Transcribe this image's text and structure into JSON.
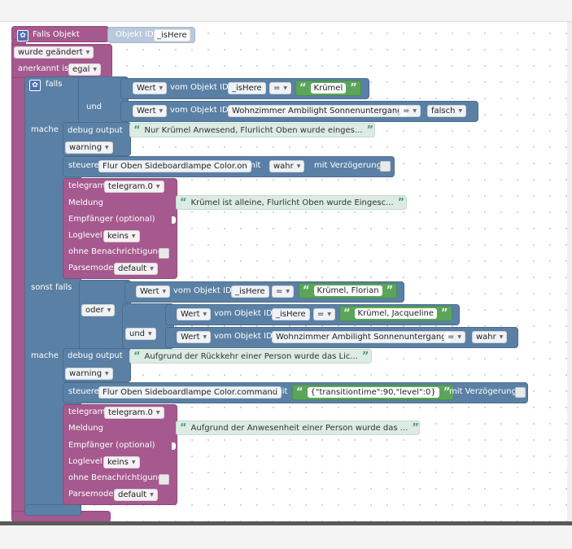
{
  "trigger": {
    "label": "Falls Objekt",
    "object_label": "Objekt ID",
    "object_value": "_isHere",
    "changed_option": "wurde geändert",
    "ack_label": "anerkannt ist",
    "ack_value": "egal"
  },
  "if_block": {
    "if_label": "falls",
    "do_label": "mache",
    "elseif_label": "sonst falls",
    "do2_label": "mache"
  },
  "cond1": {
    "wert_label": "Wert",
    "vom_label": "vom Objekt ID",
    "object1": "_isHere",
    "op1": "=",
    "text1": "Krümel",
    "and_label": "und",
    "object2": "Wohnzimmer Ambilight Sonnenuntergang",
    "op2": "=",
    "value2": "falsch"
  },
  "debug1": {
    "label": "debug output",
    "text": "Nur Krümel Anwesend, Flurlicht Oben wurde einges...",
    "level": "warning"
  },
  "control1": {
    "label": "steuere",
    "object": "Flur Oben Sideboardlampe Color.on",
    "mit_label": "mit",
    "value": "wahr",
    "delay_label": "mit Verzögerung"
  },
  "telegram1": {
    "label": "telegram",
    "instance": "telegram.0",
    "message_label": "Meldung",
    "message": "Krümel ist alleine, Flurlicht Oben wurde Eingesc...",
    "recipient_label": "Empfänger (optional)",
    "loglevel_label": "Loglevel",
    "loglevel": "keins",
    "silent_label": "ohne Benachrichtigung",
    "parsemode_label": "Parsemode",
    "parsemode": "default"
  },
  "cond2": {
    "object1": "_isHere",
    "op1": "=",
    "text1": "Krümel, Florian",
    "or_label": "oder",
    "object2": "_isHere",
    "op2": "=",
    "text2": "Krümel, Jacqueline",
    "and_label": "und",
    "object3": "Wohnzimmer Ambilight Sonnenuntergang",
    "op3": "=",
    "value3": "wahr"
  },
  "debug2": {
    "text": "Aufgrund der Rückkehr einer Person wurde das Lic...",
    "level": "warning"
  },
  "control2": {
    "object": "Flur Oben Sideboardlampe Color.command",
    "value": "{\"transitiontime\":90,\"level\":0}"
  },
  "telegram2": {
    "instance": "telegram.0",
    "message": "Aufgrund der Anwesenheit einer Person wurde das ...",
    "loglevel": "keins",
    "parsemode": "default"
  },
  "colors": {
    "trigger": "#a5598e",
    "logic": "#5b80a5",
    "text": "#5ba55b",
    "telegram": "#a5598e"
  }
}
